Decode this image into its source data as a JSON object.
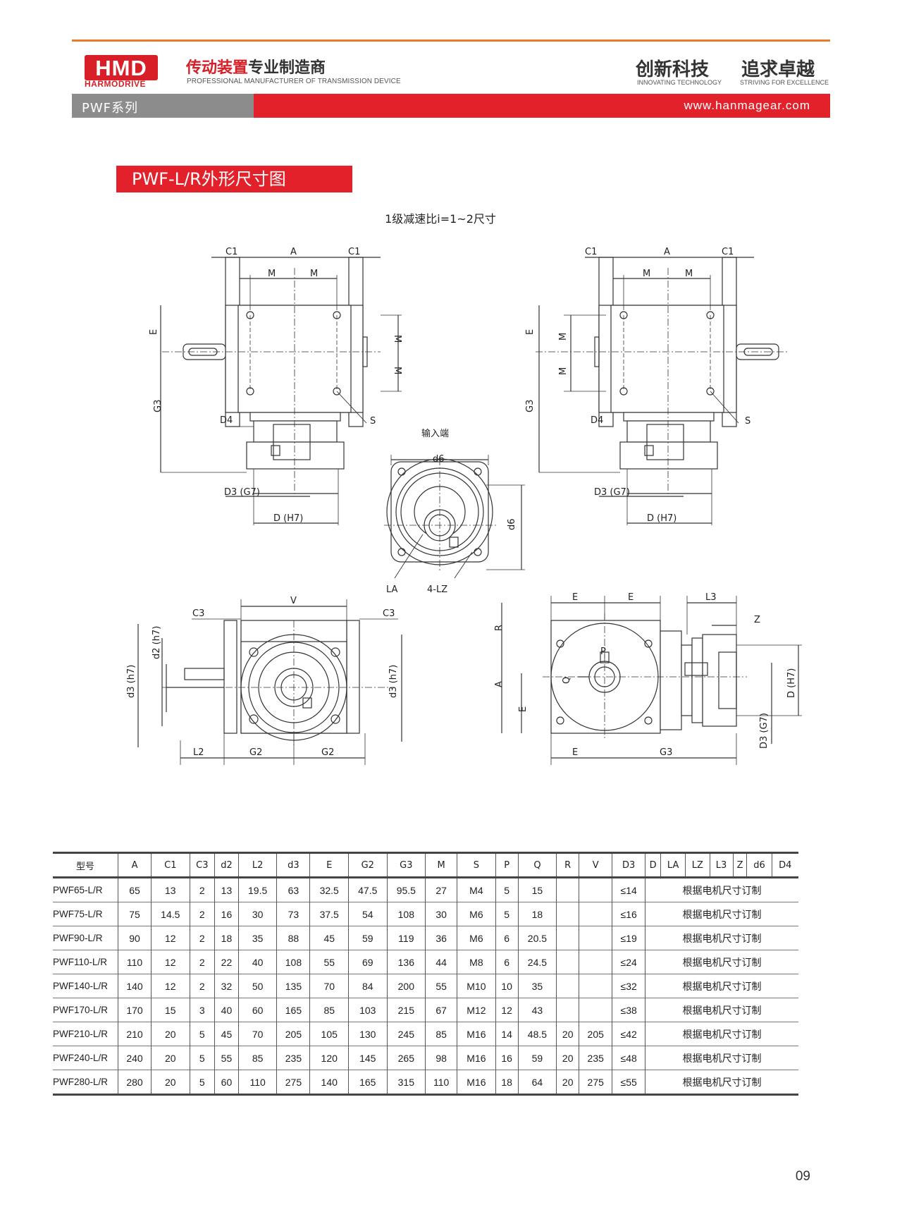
{
  "header": {
    "logo_text": "HMD",
    "logo_word": "HARMODRIVE",
    "company_cn_red": "传动装置",
    "company_cn_dark": "专业制造商",
    "company_en": "PROFESSIONAL MANUFACTURER OF TRANSMISSION DEVICE",
    "slogan_1": "创新科技",
    "slogan_2": "追求卓越",
    "slogan_1_en": "INNOVATING TECHNOLOGY",
    "slogan_2_en": "STRIVING FOR EXCELLENCE",
    "series": "PWF系列",
    "website": "www.hanmagear.com",
    "colors": {
      "accent": "#e2212b",
      "rule": "#e87a2b",
      "grey_bar": "#8c8c8c"
    }
  },
  "section": {
    "title": "PWF-L/R外形尺寸图",
    "subtitle": "1级减速比i=1~2尺寸"
  },
  "drawing_labels": {
    "C1": "C1",
    "A": "A",
    "M": "M",
    "E": "E",
    "G3": "G3",
    "D4": "D4",
    "S": "S",
    "D3": "D3 (G7)",
    "D": "D (H7)",
    "input": "输入端",
    "d6": "d6",
    "LA": "LA",
    "LZ": "4-LZ",
    "V": "V",
    "C3": "C3",
    "d2": "d2 (h7)",
    "d3": "d3 (h7)",
    "L2": "L2",
    "G2": "G2",
    "L3": "L3",
    "Z": "Z",
    "R": "R",
    "P": "P",
    "Q": "Q",
    "D3v": "D3 (G7)",
    "Dv": "D (H7)"
  },
  "table": {
    "headers": [
      "型号",
      "A",
      "C1",
      "C3",
      "d2",
      "L2",
      "d3",
      "E",
      "G2",
      "G3",
      "M",
      "S",
      "P",
      "Q",
      "R",
      "V",
      "D3",
      "D",
      "LA",
      "LZ",
      "L3",
      "Z",
      "d6",
      "D4"
    ],
    "note": "根据电机尺寸订制",
    "rows": [
      [
        "PWF65-L/R",
        "65",
        "13",
        "2",
        "13",
        "19.5",
        "63",
        "32.5",
        "47.5",
        "95.5",
        "27",
        "M4",
        "5",
        "15",
        "",
        "",
        "≤14"
      ],
      [
        "PWF75-L/R",
        "75",
        "14.5",
        "2",
        "16",
        "30",
        "73",
        "37.5",
        "54",
        "108",
        "30",
        "M6",
        "5",
        "18",
        "",
        "",
        "≤16"
      ],
      [
        "PWF90-L/R",
        "90",
        "12",
        "2",
        "18",
        "35",
        "88",
        "45",
        "59",
        "119",
        "36",
        "M6",
        "6",
        "20.5",
        "",
        "",
        "≤19"
      ],
      [
        "PWF110-L/R",
        "110",
        "12",
        "2",
        "22",
        "40",
        "108",
        "55",
        "69",
        "136",
        "44",
        "M8",
        "6",
        "24.5",
        "",
        "",
        "≤24"
      ],
      [
        "PWF140-L/R",
        "140",
        "12",
        "2",
        "32",
        "50",
        "135",
        "70",
        "84",
        "200",
        "55",
        "M10",
        "10",
        "35",
        "",
        "",
        "≤32"
      ],
      [
        "PWF170-L/R",
        "170",
        "15",
        "3",
        "40",
        "60",
        "165",
        "85",
        "103",
        "215",
        "67",
        "M12",
        "12",
        "43",
        "",
        "",
        "≤38"
      ],
      [
        "PWF210-L/R",
        "210",
        "20",
        "5",
        "45",
        "70",
        "205",
        "105",
        "130",
        "245",
        "85",
        "M16",
        "14",
        "48.5",
        "20",
        "205",
        "≤42"
      ],
      [
        "PWF240-L/R",
        "240",
        "20",
        "5",
        "55",
        "85",
        "235",
        "120",
        "145",
        "265",
        "98",
        "M16",
        "16",
        "59",
        "20",
        "235",
        "≤48"
      ],
      [
        "PWF280-L/R",
        "280",
        "20",
        "5",
        "60",
        "110",
        "275",
        "140",
        "165",
        "315",
        "110",
        "M16",
        "18",
        "64",
        "20",
        "275",
        "≤55"
      ]
    ]
  },
  "page_number": "09"
}
